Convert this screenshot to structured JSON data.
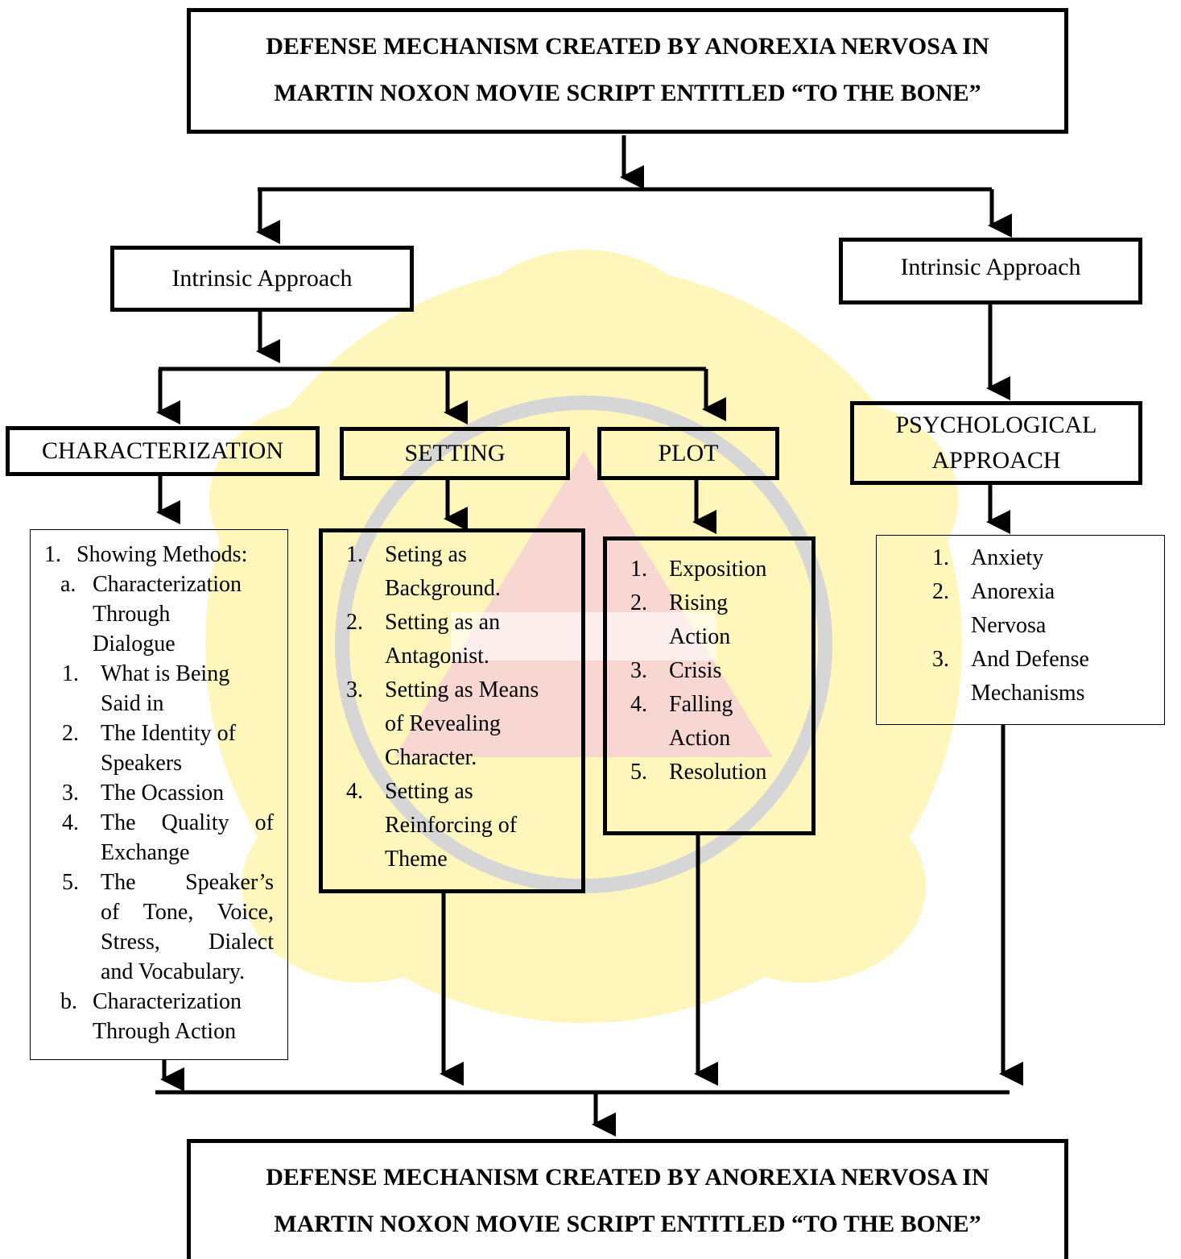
{
  "title_top": {
    "line1": "DEFENSE MECHANISM CREATED BY ANOREXIA NERVOSA IN",
    "line2": "MARTIN NOXON MOVIE SCRIPT ENTITLED “TO THE BONE”"
  },
  "approach_left": "Intrinsic Approach",
  "approach_right": "Intrinsic Approach",
  "characterization": {
    "label": "CHARACTERIZATION",
    "heading_num": "1.",
    "heading": "Showing Methods:",
    "sub_a_marker": "a.",
    "sub_a": [
      "Characterization",
      "Through",
      "Dialogue"
    ],
    "items": [
      {
        "num": "1.",
        "lines": [
          "What is Being",
          "Said in"
        ]
      },
      {
        "num": "2.",
        "lines": [
          "The Identity of",
          "Speakers"
        ]
      },
      {
        "num": "3.",
        "lines": [
          "The Ocassion"
        ]
      },
      {
        "num": "4.",
        "lines": [
          "The  Quality  of",
          "Exchange"
        ]
      },
      {
        "num": "5.",
        "lines": [
          "The    Speaker’s",
          "of Tone, Voice,",
          "Stress,    Dialect",
          "and Vocabulary."
        ]
      }
    ],
    "sub_b_marker": "b.",
    "sub_b": [
      "Characterization",
      "Through Action"
    ]
  },
  "setting": {
    "label": "SETTING",
    "items": [
      {
        "num": "1.",
        "lines": [
          "Seting as",
          "Background."
        ]
      },
      {
        "num": "2.",
        "lines": [
          "Setting as an",
          "Antagonist."
        ]
      },
      {
        "num": "3.",
        "lines": [
          "Setting as Means",
          "of Revealing",
          "Character."
        ]
      },
      {
        "num": "4.",
        "lines": [
          "Setting as",
          "Reinforcing of",
          "Theme"
        ]
      }
    ]
  },
  "plot": {
    "label": "PLOT",
    "items": [
      {
        "num": "1.",
        "lines": [
          "Exposition"
        ]
      },
      {
        "num": "2.",
        "lines": [
          "Rising",
          "Action"
        ]
      },
      {
        "num": "3.",
        "lines": [
          "Crisis"
        ]
      },
      {
        "num": "4.",
        "lines": [
          "Falling",
          "Action"
        ]
      },
      {
        "num": "5.",
        "lines": [
          "Resolution"
        ]
      }
    ]
  },
  "psychological": {
    "label_line1": "PSYCHOLOGICAL",
    "label_line2": "APPROACH",
    "items": [
      {
        "num": "1.",
        "lines": [
          "Anxiety"
        ]
      },
      {
        "num": "2.",
        "lines": [
          "Anorexia",
          "Nervosa"
        ]
      },
      {
        "num": "3.",
        "lines": [
          "And Defense",
          "Mechanisms"
        ]
      }
    ]
  },
  "title_bottom": {
    "line1": "DEFENSE MECHANISM CREATED BY ANOREXIA NERVOSA IN",
    "line2": "MARTIN NOXON MOVIE SCRIPT ENTITLED “TO THE BONE”"
  },
  "colors": {
    "line": "#000000",
    "watermark_yellow": "#fff3a8",
    "watermark_red": "#f6c8c2",
    "watermark_gray": "#c8c8c8"
  }
}
